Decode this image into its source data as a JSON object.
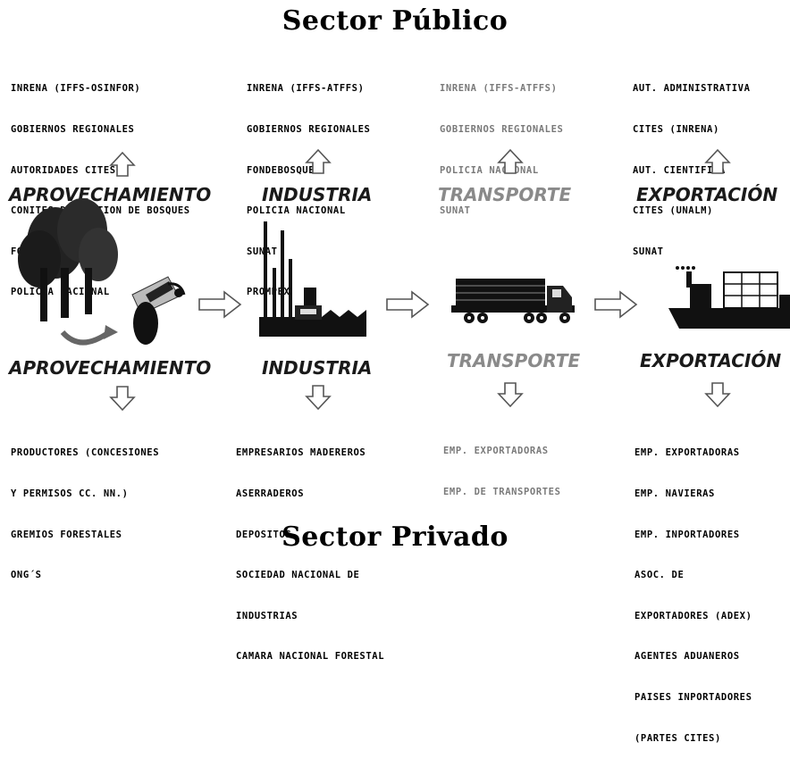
{
  "titles": {
    "top": "Sector Público",
    "bottom": "Sector Privado"
  },
  "stages_top": [
    {
      "label": "APROVECHAMIENTO"
    },
    {
      "label": "INDUSTRIA"
    },
    {
      "label": "TRANSPORTE"
    },
    {
      "label": "EXPORTACIÓN"
    }
  ],
  "stages_bottom": [
    {
      "label": "APROVECHAMIENTO"
    },
    {
      "label": "INDUSTRIA"
    },
    {
      "label": "TRANSPORTE"
    },
    {
      "label": "EXPORTACIÓN"
    }
  ],
  "public": {
    "aprovechamiento": [
      "INRENA (IFFS-OSINFOR)",
      "GOBIERNOS REGIONALES",
      "AUTORIDADES CITES",
      "CONITES DE GESTION DE BOSQUES",
      "FONDEBOSQUE",
      "POLICIA NACIONAL"
    ],
    "industria": [
      "INRENA (IFFS-ATFFS)",
      "GOBIERNOS REGIONALES",
      "FONDEBOSQUE",
      "POLICIA NACIONAL",
      "SUNAT",
      "PROMPEX"
    ],
    "transporte": [
      "INRENA (IFFS-ATFFS)",
      "GOBIERNOS REGIONALES",
      "POLICIA NACIONAL",
      "SUNAT"
    ],
    "exportacion": [
      "AUT. ADMINISTRATIVA",
      "CITES (INRENA)",
      "AUT. CIENTIFICA",
      "CITES (UNALM)",
      "SUNAT"
    ]
  },
  "private": {
    "aprovechamiento": [
      "PRODUCTORES (CONCESIONES",
      "Y PERMISOS CC. NN.)",
      "GREMIOS FORESTALES",
      "ONG´S"
    ],
    "industria": [
      "EMPRESARIOS MADEREROS",
      "ASERRADEROS",
      "DEPOSITOS",
      "SOCIEDAD NACIONAL DE",
      "INDUSTRIAS",
      "CAMARA NACIONAL FORESTAL"
    ],
    "transporte": [
      "EMP. EXPORTADORAS",
      "EMP. DE TRANSPORTES"
    ],
    "exportacion": [
      "EMP. EXPORTADORAS",
      "EMP. NAVIERAS",
      "EMP. INPORTADORES",
      "ASOC. DE",
      "EXPORTADORES (ADEX)",
      "AGENTES ADUANEROS",
      "PAISES INPORTADORES",
      "(PARTES CITES)"
    ]
  },
  "icons": [
    "trees-icon",
    "log-icon",
    "factory-icon",
    "truck-icon",
    "ship-icon",
    "arrow-up-icon",
    "arrow-down-icon",
    "arrow-right-icon"
  ]
}
